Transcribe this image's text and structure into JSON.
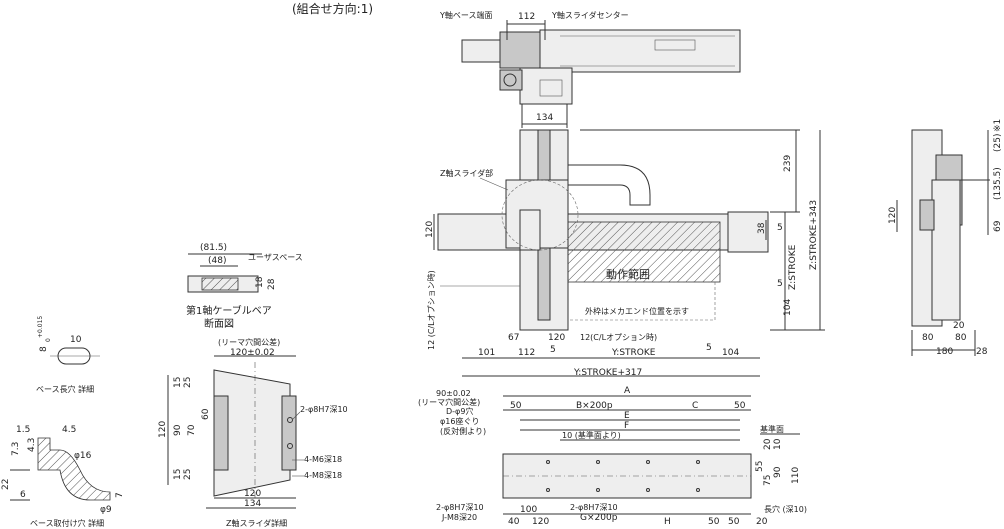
{
  "header": {
    "direction": "(組合せ方向:1)"
  },
  "top_view": {
    "y_base_end": "Y軸ベース端面",
    "y_slider_center": "Y軸スライダセンター",
    "dim_112": "112",
    "dim_134": "134"
  },
  "front_view": {
    "z_slider": "Z軸スライダ部",
    "motion_range": "動作範囲",
    "mech_end_note": "外枠はメカエンド位置を示す",
    "dim_239": "239",
    "dim_38": "38",
    "dim_5a": "5",
    "dim_5b": "5",
    "dim_104r": "104",
    "z_stroke": "Z:STROKE",
    "z_stroke_total": "Z:STROKE+343",
    "dim_120v": "120",
    "c_option_v": "12 (C/Lオプション時)",
    "dim_101": "101",
    "dim_67": "67",
    "dim_112b": "112",
    "dim_120h": "120",
    "dim_5c": "5",
    "c_option_h": "12(C/Lオプション時)",
    "y_stroke": "Y:STROKE",
    "dim_5d": "5",
    "dim_104b": "104",
    "y_stroke_total": "Y:STROKE+317"
  },
  "side_view": {
    "dim_25": "(25)",
    "note_1": "※1",
    "dim_135": "(135.5)",
    "dim_69": "69",
    "dim_120": "120",
    "dim_20": "20",
    "dim_80a": "80",
    "dim_80b": "80",
    "dim_180": "180",
    "dim_28": "28"
  },
  "cable_section": {
    "dim_81": "(81.5)",
    "dim_48": "(48)",
    "user_space": "ユーザスペース",
    "dim_18": "18",
    "dim_28": "28",
    "title_1": "第1軸ケーブルベア",
    "title_2": "断面図"
  },
  "slot_detail": {
    "tol": "8",
    "tol_sup": "+0.015",
    "tol_sub": "0",
    "dim_10": "10",
    "title": "ベース長穴 詳細"
  },
  "mount_hole": {
    "d15": "1.5",
    "d45": "4.5",
    "d73": "7.3",
    "d43": "4.3",
    "d16": "φ16",
    "d22": "22",
    "d6": "6",
    "d7": "7",
    "d9": "φ9",
    "title": "ベース取付け穴 詳細"
  },
  "z_slider_detail": {
    "reamer": "(リーマ穴間公差)",
    "d120tol": "120±0.02",
    "d15a": "15",
    "d25a": "25",
    "d120v": "120",
    "d90": "90",
    "d70": "70",
    "d60": "60",
    "d15b": "15",
    "d25b": "25",
    "pin": "2-φ8H7深10",
    "m6": "4-M6深18",
    "m8": "4-M8深18",
    "d120b": "120",
    "d134": "134",
    "title": "Z軸スライダ詳細"
  },
  "base_view": {
    "d90tol": "90±0.02",
    "reamer": "(リーマ穴間公差)",
    "d9": "D-φ9穴",
    "counter": "φ16座ぐり",
    "opposite": "(反対側より)",
    "A": "A",
    "d50a": "50",
    "Bx200": "B×200p",
    "C": "C",
    "d50b": "50",
    "E": "E",
    "F": "F",
    "ref10": "10 (基準面より)",
    "ref_face": "基準面",
    "d20": "20",
    "d10": "10",
    "d55": "55",
    "d90": "90",
    "d75": "75",
    "d110": "110",
    "pin1": "2-φ8H7深10",
    "pin2": "2-φ8H7深10",
    "jm8": "J-M8深20",
    "slot": "長穴 (深10)",
    "d40": "40",
    "d100": "100",
    "d120": "120",
    "Gx200": "G×200p",
    "H": "H",
    "d50c": "50",
    "d50d": "50",
    "d20b": "20"
  }
}
